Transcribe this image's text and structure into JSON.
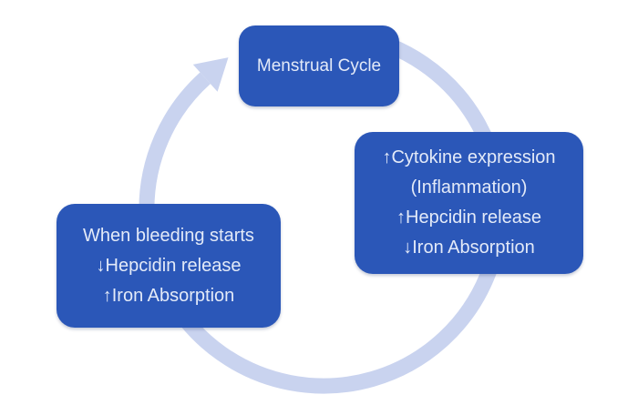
{
  "cycle": {
    "arrow": {
      "icon": "circular-arrow",
      "direction": "clockwise"
    },
    "nodes": [
      {
        "id": "menstrual-cycle",
        "lines": [
          "Menstrual Cycle"
        ]
      },
      {
        "id": "inflammation-response",
        "lines": [
          "↑Cytokine expression",
          "(Inflammation)",
          "↑Hepcidin release",
          "↓Iron Absorption"
        ]
      },
      {
        "id": "bleeding-starts",
        "lines": [
          "When bleeding starts",
          "↓Hepcidin release",
          "↑Iron Absorption"
        ]
      }
    ],
    "colors": {
      "node_fill": "#2b57b8",
      "node_text": "#e3eaf8",
      "arrow_fill": "#c9d3ef",
      "background": "#ffffff"
    }
  }
}
